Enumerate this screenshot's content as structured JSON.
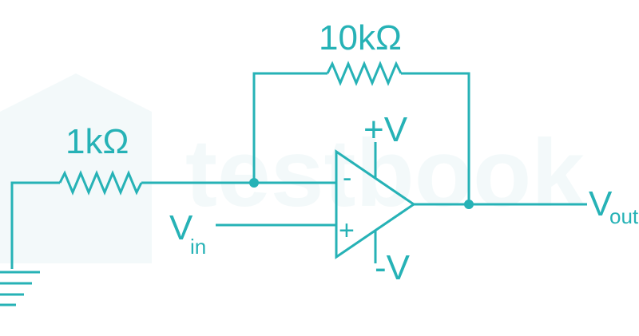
{
  "colors": {
    "stroke": "#26b2b6",
    "watermark": "#f3f9fa"
  },
  "watermark": {
    "text": "testbook"
  },
  "labels": {
    "r_feedback": "10kΩ",
    "r_input": "1kΩ",
    "supply_pos": "+V",
    "supply_neg": "-V",
    "vin_main": "V",
    "vin_sub": "in",
    "vout_main": "V",
    "vout_sub": "out",
    "inv_sign": "-",
    "noninv_sign": "+"
  },
  "icons": {
    "ground": "ground-icon",
    "junction": "junction-dot-icon",
    "resistor": "resistor-zigzag-icon",
    "opamp": "opamp-triangle-icon"
  }
}
